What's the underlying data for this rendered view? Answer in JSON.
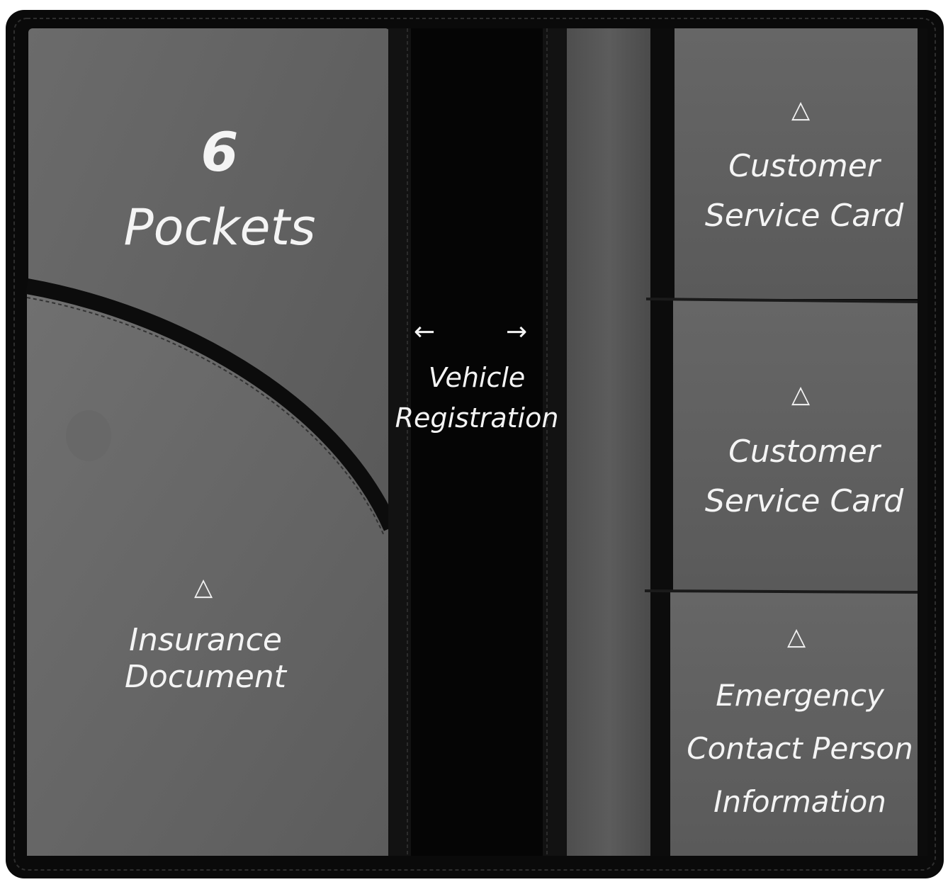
{
  "image": {
    "subject": "open-black-leather-wallet",
    "colors": {
      "leather": "#0b0b0b",
      "pocket": "#5a5a5a",
      "pocket_light": "#6a6a6a",
      "stitch": "#3a3a3a",
      "text": "#f4f4f4"
    }
  },
  "headline": {
    "number": "6",
    "word": "Pockets"
  },
  "labels": {
    "insurance": {
      "line1": "Insurance",
      "line2": "Document"
    },
    "vehicle": {
      "arrow_left": "←",
      "arrow_right": "→",
      "line1": "Vehicle",
      "line2": "Registration"
    },
    "card_top": {
      "line1": "Customer",
      "line2": "Service Card"
    },
    "card_mid": {
      "line1": "Customer",
      "line2": "Service Card"
    },
    "emergency": {
      "line1": "Emergency",
      "line2": "Contact Person",
      "line3": "Information"
    }
  },
  "markers": {
    "triangle": "△"
  }
}
